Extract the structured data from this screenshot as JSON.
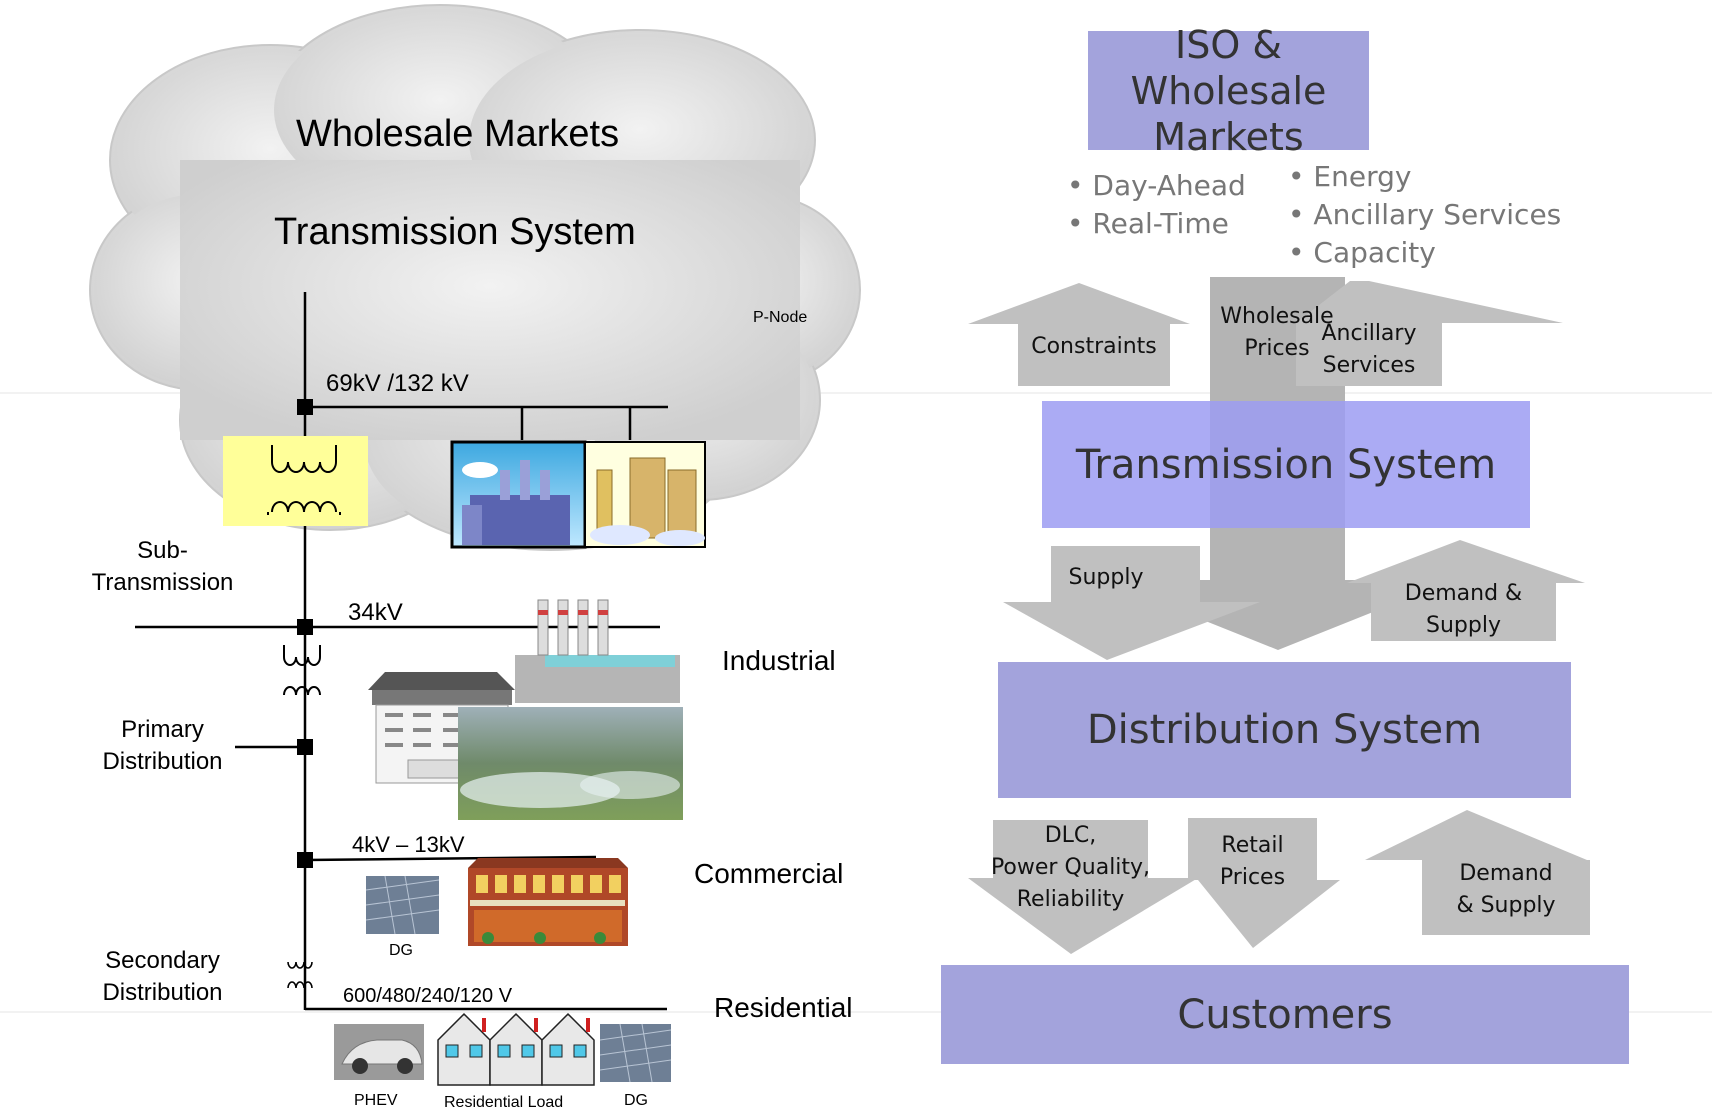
{
  "left": {
    "cloud_title": "Wholesale Markets",
    "cloud_subtitle": "Transmission System",
    "pnode": "P-Node",
    "voltage_transmission": "69kV /132 kV",
    "voltage_sub": "34kV",
    "voltage_primary": "4kV – 13kV",
    "voltage_secondary": "600/480/240/120 V",
    "level_subtransmission": "Sub-\nTransmission",
    "level_primary": "Primary\nDistribution",
    "level_secondary": "Secondary\nDistribution",
    "class_industrial": "Industrial",
    "class_commercial": "Commercial",
    "class_residential": "Residential",
    "dg_commercial": "DG",
    "phev": "PHEV",
    "residential_load": "Residential Load",
    "dg_residential": "DG"
  },
  "right": {
    "iso_box": "ISO & Wholesale\nMarkets",
    "markets_col1": [
      "Day-Ahead",
      "Real-Time"
    ],
    "markets_col2": [
      "Energy",
      "Ancillary Services",
      "Capacity"
    ],
    "arrow_constraints": "Constraints",
    "arrow_wholesale_prices": "Wholesale\nPrices",
    "arrow_ancillary": "Ancillary\nServices",
    "transmission_box": "Transmission System",
    "arrow_supply": "Supply",
    "arrow_demand_supply_top": "Demand &\nSupply",
    "distribution_box": "Distribution System",
    "arrow_dlc": "DLC,\nPower Quality,\nReliability",
    "arrow_retail": "Retail\nPrices",
    "arrow_demand_supply_bottom": "Demand\n& Supply",
    "customers_box": "Customers"
  },
  "colors": {
    "box_purple": "#a3a3dc",
    "box_purple_light": "#9c9cf2",
    "arrow_gray": "#c0c0c0",
    "cloud_gray": "#d9d9d9",
    "transformer_yellow": "#ffff99"
  }
}
